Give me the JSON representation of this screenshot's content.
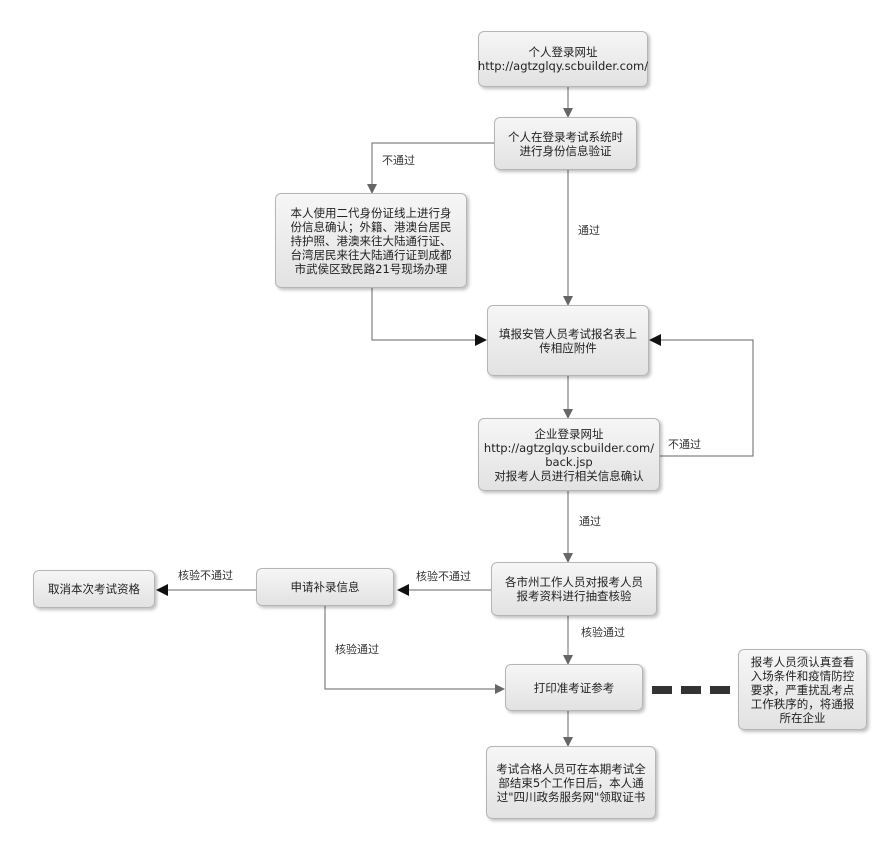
{
  "nodes": {
    "personal_login": [
      "个人登录网址",
      "http://agtzglqy.scbuilder.com/"
    ],
    "identity_verify": [
      "个人在登录考试系统时",
      "进行身份信息验证"
    ],
    "offline_confirm": [
      "本人使用二代身份证线上进行身",
      "份信息确认；外籍、港澳台居民",
      "持护照、港澳来往大陆通行证、",
      "台湾居民来往大陆通行证到成都",
      "市武侯区致民路21号现场办理"
    ],
    "fill_form": [
      "填报安管人员考试报名表上",
      "传相应附件"
    ],
    "company_login": [
      "企业登录网址",
      "http://agtzglqy.scbuilder.com/",
      "back.jsp",
      "对报考人员进行相关信息确认"
    ],
    "spot_check": [
      "各市州工作人员对报考人员",
      "报考资料进行抽查核验"
    ],
    "apply_supplement": [
      "申请补录信息"
    ],
    "cancel_qualification": [
      "取消本次考试资格"
    ],
    "print_ticket": [
      "打印准考证参考"
    ],
    "notice": [
      "报考人员须认真查看",
      "入场条件和疫情防控",
      "要求，严重扰乱考点",
      "工作秩序的，将通报",
      "所在企业"
    ],
    "certificate": [
      "考试合格人员可在本期考试全",
      "部结束5个工作日后，本人通",
      "过\"四川政务服务网\"领取证书"
    ]
  },
  "labels": {
    "fail_identity": "不通过",
    "pass_identity": "通过",
    "fail_company": "不通过",
    "pass_company": "通过",
    "check_fail_1": "核验不通过",
    "check_fail_2": "核验不通过",
    "check_pass_1": "核验通过",
    "check_pass_2": "核验通过"
  }
}
